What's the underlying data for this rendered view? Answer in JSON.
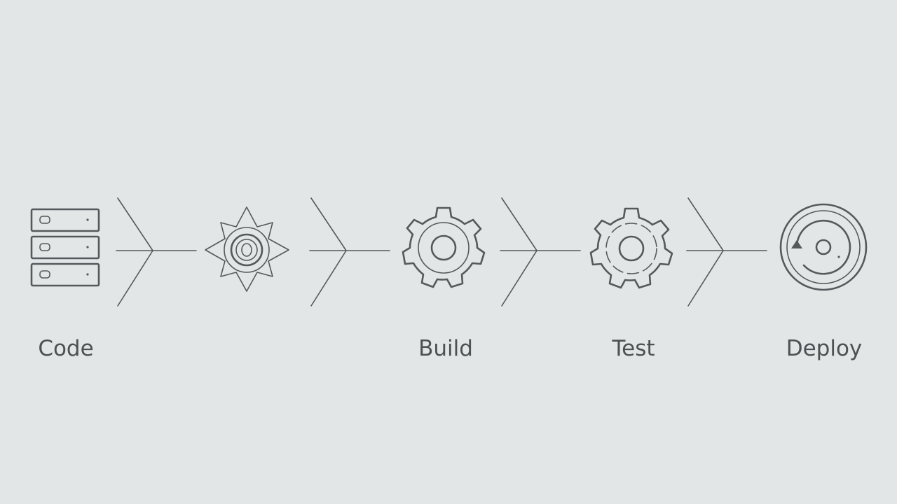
{
  "pipeline": {
    "stages": [
      {
        "id": "code",
        "label": "Code",
        "icon": "server-stack-icon"
      },
      {
        "id": "sun",
        "label": "",
        "icon": "starburst-icon"
      },
      {
        "id": "build",
        "label": "Build",
        "icon": "gear-icon"
      },
      {
        "id": "test",
        "label": "Test",
        "icon": "gear-dashed-icon"
      },
      {
        "id": "deploy",
        "label": "Deploy",
        "icon": "refresh-target-icon"
      }
    ],
    "colors": {
      "background": "#e3e6e7",
      "stroke": "#55595c",
      "text": "#4d5154"
    }
  }
}
